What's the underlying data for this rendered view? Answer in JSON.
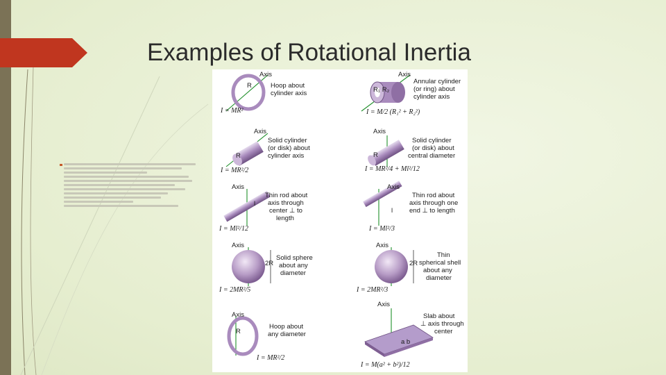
{
  "slide": {
    "title": "Examples of Rotational Inertia",
    "colors": {
      "accent_arrow": "#c0361f",
      "left_band": "#7b7256",
      "background": "#e9f0d6"
    }
  },
  "figure": {
    "axis_label": "Axis",
    "panels": [
      {
        "id": "hoop-cylinder-axis",
        "lines": [
          "Hoop about",
          "cylinder axis"
        ],
        "formula": "I = MR²",
        "dim": "R"
      },
      {
        "id": "annular-cylinder",
        "lines": [
          "Annular cylinder",
          "(or ring) about",
          "cylinder axis"
        ],
        "formula": "I = M/2 (R₁² + R₂²)",
        "dim": "R₁ R₂"
      },
      {
        "id": "solid-cylinder-axis",
        "lines": [
          "Solid cylinder",
          "(or disk) about",
          "cylinder axis"
        ],
        "formula": "I = MR²/2",
        "dim": "R"
      },
      {
        "id": "solid-cylinder-diameter",
        "lines": [
          "Solid cylinder",
          "(or disk) about",
          "central diameter"
        ],
        "formula": "I = MR²/4 + Ml²/12",
        "dim": "R"
      },
      {
        "id": "thin-rod-center",
        "lines": [
          "Thin rod about",
          "axis through",
          "center ⊥ to",
          "length"
        ],
        "formula": "I = Ml²/12",
        "dim": "l"
      },
      {
        "id": "thin-rod-end",
        "lines": [
          "Thin rod about",
          "axis through one",
          "end ⊥ to length"
        ],
        "formula": "I = Ml²/3",
        "dim": "l"
      },
      {
        "id": "solid-sphere",
        "lines": [
          "Solid sphere",
          "about any",
          "diameter"
        ],
        "formula": "I = 2MR²/5",
        "dim": "2R"
      },
      {
        "id": "spherical-shell",
        "lines": [
          "Thin",
          "spherical shell",
          "about any",
          "diameter"
        ],
        "formula": "I = 2MR²/3",
        "dim": "2R"
      },
      {
        "id": "hoop-diameter",
        "lines": [
          "Hoop about",
          "any diameter"
        ],
        "formula": "I = MR²/2",
        "dim": "R"
      },
      {
        "id": "slab",
        "lines": [
          "Slab about",
          "⊥ axis through",
          "center"
        ],
        "formula": "I = M(a² + b²)/12",
        "dim": "a b"
      }
    ]
  }
}
